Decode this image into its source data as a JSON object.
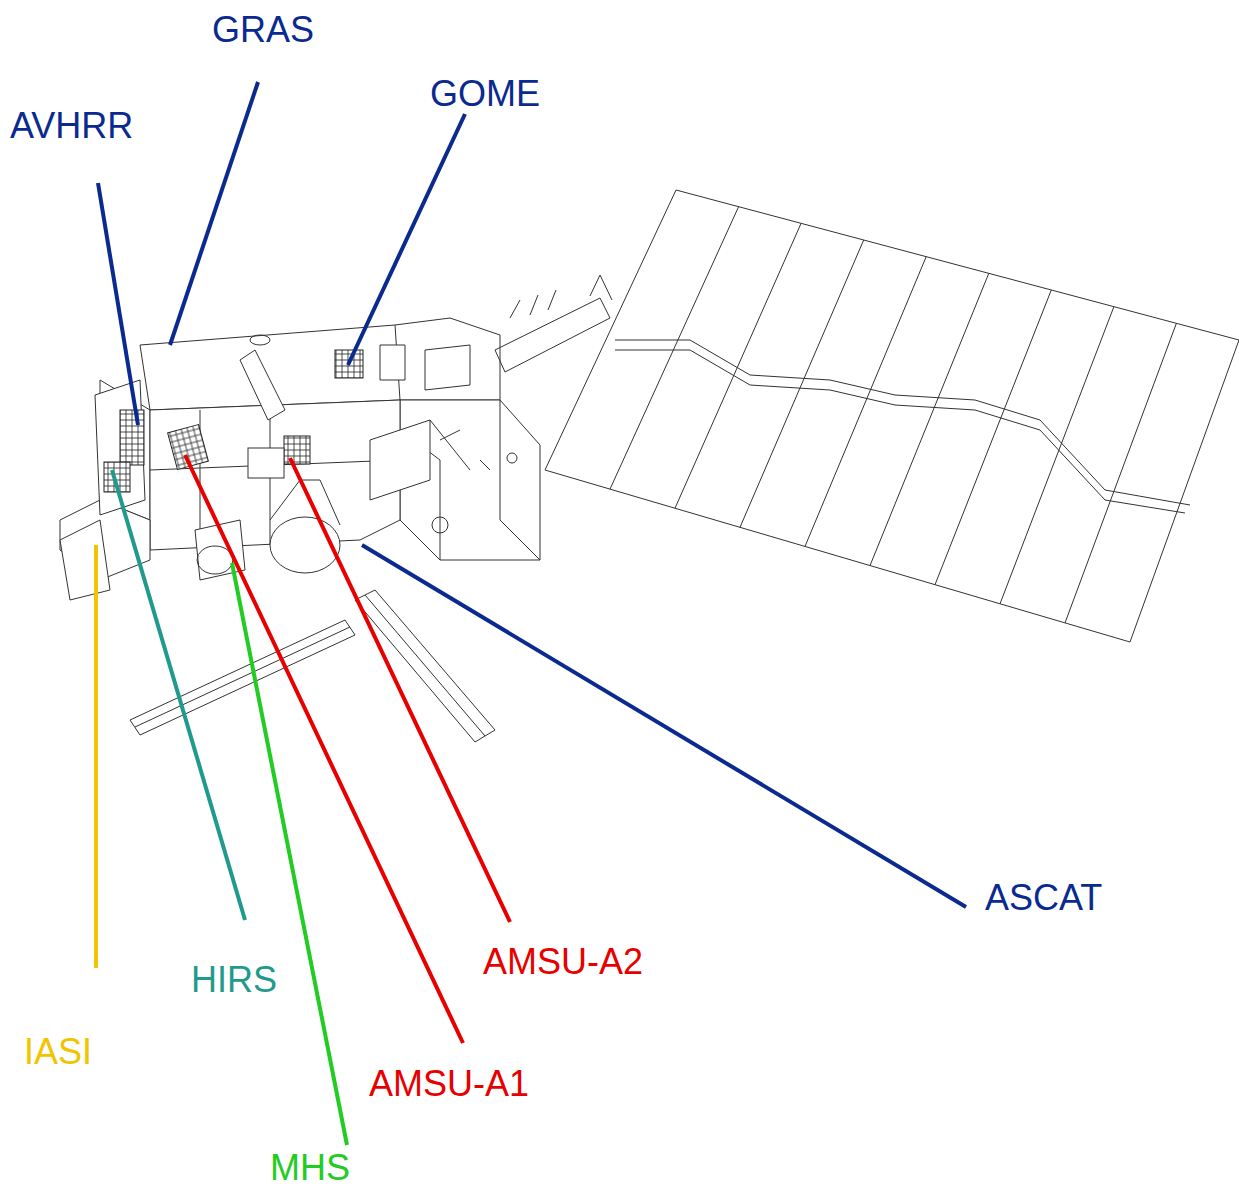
{
  "diagram": {
    "labels": [
      "GRAS",
      "AVHRR",
      "GOME",
      "ASCAT",
      "AMSU-A2",
      "AMSU-A1",
      "HIRS",
      "IASI",
      "MHS"
    ]
  }
}
